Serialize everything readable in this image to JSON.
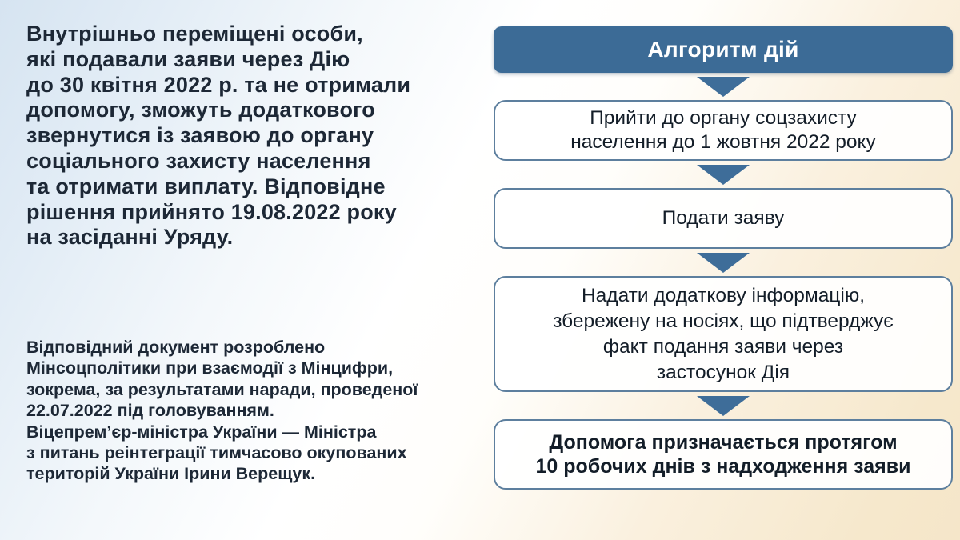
{
  "intro": {
    "text": "Внутрішньо переміщені особи,\nякі подавали заяви через Дію\nдо 30 квітня 2022 р. та не отримали\nдопомогу, зможуть додаткового\nзвернутися із заявою до органу\nсоціального захисту населення\nта отримати виплату. Відповідне\nрішення прийнято 19.08.2022 року\nна засіданні Уряду."
  },
  "note": {
    "text": "Відповідний документ розроблено\nМінсоцполітики при взаємодії з Мінцифри,\nзокрема, за результатами наради, проведеної\n22.07.2022 під головуванням.\nВіцепрем’єр-міністра України — Міністра\nз питань реінтеграції тимчасово окупованих\nтериторій України Ірини Верещук."
  },
  "flowchart": {
    "title": "Алгоритм дій",
    "steps": [
      {
        "text": "Прийти до органу соцзахисту\nнаселення до 1 жовтня 2022 року",
        "emphasis": "normal"
      },
      {
        "text": "Подати заяву",
        "emphasis": "normal"
      },
      {
        "text": "Надати додаткову інформацію,\nзбережену на носіях, що підтверджує\nфакт подання заяви через\nзастосунок Дія",
        "emphasis": "normal"
      },
      {
        "text": "Допомога призначається протягом\n10 робочих днів з надходження заяви",
        "emphasis": "bold"
      }
    ]
  },
  "colors": {
    "accent_blue": "#3c6b96",
    "arrow_blue": "#3e6d99",
    "box_border": "#5d7f9e",
    "box_background": "#ffffff",
    "text_dark": "#1d2836",
    "title_text": "#ffffff",
    "background_top_left": "#d6e4f1",
    "background_bottom_right": "#f5e6c9"
  }
}
